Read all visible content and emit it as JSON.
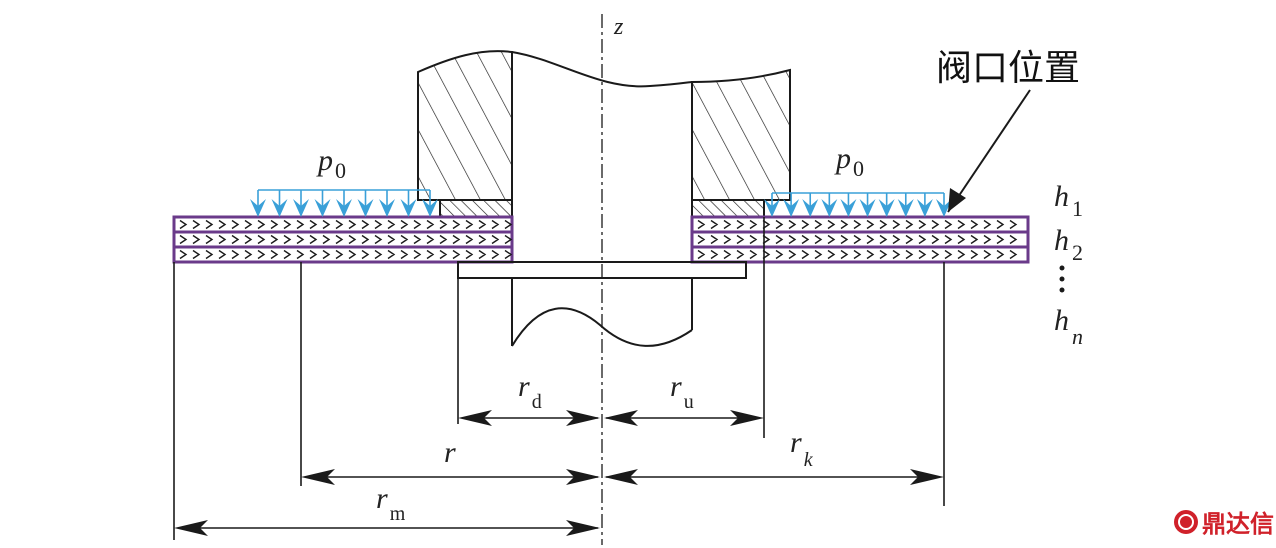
{
  "labels": {
    "axis": "z",
    "pressure_left": "p",
    "pressure_left_sub": "0",
    "pressure_right": "p",
    "pressure_right_sub": "0",
    "valve_position": "阀口位置",
    "h1": "h",
    "h1_sub": "1",
    "h2": "h",
    "h2_sub": "2",
    "hn": "h",
    "hn_sub": "n",
    "rd": "r",
    "rd_sub": "d",
    "ru": "r",
    "ru_sub": "u",
    "r": "r",
    "rk": "r",
    "rk_sub": "k",
    "rm": "r",
    "rm_sub": "m"
  },
  "watermark": "鼎达信",
  "colors": {
    "line": "#1a1a1a",
    "arrows": "#3aa0d8",
    "plate": "#6a3a8a",
    "watermark": "#d0212a"
  }
}
